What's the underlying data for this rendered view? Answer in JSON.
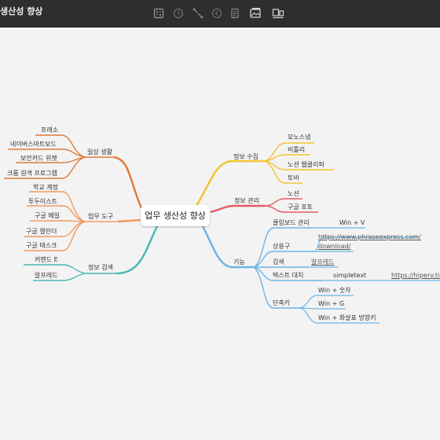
{
  "window": {
    "title": "생산성 향상"
  },
  "toolbar": {
    "buttons": [
      {
        "icon": "calculator-icon"
      },
      {
        "icon": "clock-icon"
      },
      {
        "icon": "connect-icon"
      },
      {
        "icon": "back-icon"
      },
      {
        "icon": "document-icon"
      },
      {
        "icon": "image-icon"
      },
      {
        "icon": "layout-icon"
      }
    ]
  },
  "mindmap": {
    "root": "업무 생산성 향상",
    "colors": {
      "orange": "#e07b39",
      "light_orange": "#f29a5e",
      "teal": "#4ab8b0",
      "yellow": "#f4c430",
      "red": "#e55a66",
      "blue": "#6cb4e4"
    },
    "daily_life": {
      "label": "일상 생활",
      "items": [
        "프레소",
        "네이버스마트보드",
        "보안카드 위젯",
        "크롬 원격 프로그램"
      ]
    },
    "work_tools": {
      "label": "업무 도구",
      "items": [
        "학교 계정",
        "투두이스트",
        "구글 메일",
        "구글 캘린더",
        "구글 태스크"
      ]
    },
    "info_search": {
      "label": "정보 검색",
      "items": [
        "커맨드 E",
        "알프레드"
      ]
    },
    "info_collect": {
      "label": "정보 수집",
      "items": [
        "모노스냅",
        "비틀리",
        "노션 웹클리퍼",
        "토비"
      ]
    },
    "info_manage": {
      "label": "정보 관리",
      "items": [
        "노션",
        "구글 포토"
      ]
    },
    "features": {
      "label": "기능",
      "clipboard": {
        "label": "클립보드 관리",
        "child": "Win + V"
      },
      "commercial": {
        "label": "상용구",
        "link": "https://www.phraseexpress.com/download/",
        "link_line1": "https://www.phraseexpress.com/",
        "link_line2": "download/"
      },
      "search": {
        "label": "검색",
        "child": "알프레드"
      },
      "text_replace": {
        "label": "텍스트 대치",
        "child": "simpletext",
        "link": "https://hiperv.tis"
      },
      "shortcuts": {
        "label": "단축키",
        "items": [
          "Win + 숫자",
          "Win + G",
          "Win + 화살표 방향키"
        ]
      }
    }
  }
}
